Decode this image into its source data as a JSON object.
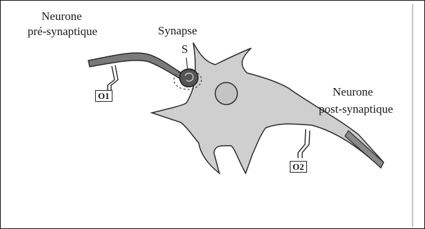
{
  "labels": {
    "pre_line1": "Neurone",
    "pre_line2": "pré-synaptique",
    "synapse": "Synapse",
    "s": "S",
    "post_line1": "Neurone",
    "post_line2": "post-synaptique",
    "o1": "O1",
    "o2": "O2"
  },
  "colors": {
    "cell_fill": "#cfcfcf",
    "cell_stroke": "#2a2a2a",
    "axon_fill": "#7a7a7a",
    "terminal_fill": "#555555"
  }
}
